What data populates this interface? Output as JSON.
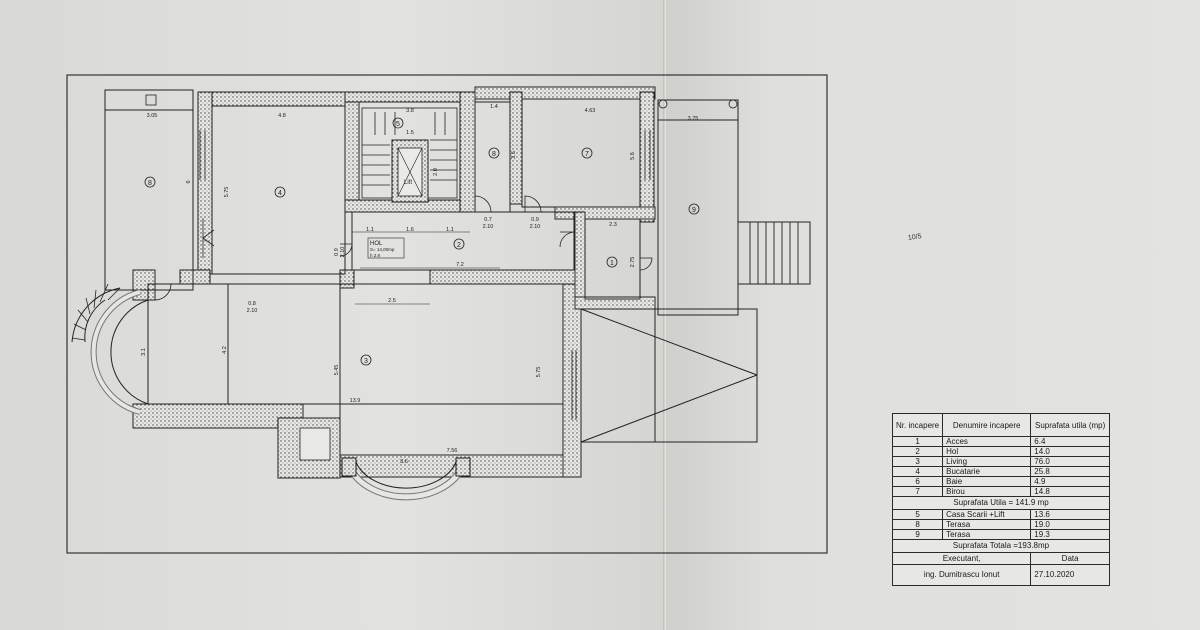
{
  "plan": {
    "room_numbers": {
      "acces": "1",
      "hol": "2",
      "living": "3",
      "bucatarie": "4",
      "casa_scarii": "5",
      "baie": "6",
      "birou": "7",
      "terasa_8a": "8",
      "terasa_8b": "8",
      "terasa_9": "9"
    },
    "lift_label": "Lift",
    "hol_label": "HOL",
    "hol_sub": "S= 14,00mp",
    "hol_sub2": "h 2.8",
    "dimensions": {
      "d305": "3.05",
      "d48": "4.8",
      "d38": "3.8",
      "d14": "1.4",
      "d463": "4.63",
      "d375": "3.75",
      "d6": "6",
      "d575a": "5.75",
      "d35": "3.5",
      "d56": "5.6",
      "d11a": "1.1",
      "d16": "1.6",
      "d11b": "1.1",
      "d07": "0.7",
      "d210a": "2.10",
      "d09a": "0.9",
      "d210b": "2.10",
      "d23": "2.3",
      "d72": "7.2",
      "d08": "0.8",
      "d210c": "2.10",
      "d25": "2.5",
      "d31": "3.1",
      "d42": "4.2",
      "d545": "5.45",
      "d575b": "5.75",
      "d139": "13.9",
      "d756": "7.56",
      "d36": "3.6",
      "d275": "2.75",
      "d15": "1.5",
      "d20": "2.0",
      "d09b": "0.9",
      "d210d": "2.10"
    }
  },
  "scribble": "10/5",
  "legend": {
    "headers": [
      "Nr. incapere",
      "Denumire incapere",
      "Suprafata utila (mp)"
    ],
    "rows": [
      {
        "nr": "1",
        "name": "Acces",
        "area": "6.4"
      },
      {
        "nr": "2",
        "name": "Hol",
        "area": "14.0"
      },
      {
        "nr": "3",
        "name": "Living",
        "area": "76.0"
      },
      {
        "nr": "4",
        "name": "Bucatarie",
        "area": "25.8"
      },
      {
        "nr": "6",
        "name": "Baie",
        "area": "4.9"
      },
      {
        "nr": "7",
        "name": "Birou",
        "area": "14.8"
      }
    ],
    "useful_total": "Suprafata Utila = 141.9 mp",
    "extra_rows": [
      {
        "nr": "5",
        "name": "Casa Scarii +Lift",
        "area": "13.6"
      },
      {
        "nr": "8",
        "name": "Terasa",
        "area": "19.0"
      },
      {
        "nr": "9",
        "name": "Terasa",
        "area": "19.3"
      }
    ],
    "total": "Suprafata Totala =193.8mp",
    "executant_label": "Executant,",
    "data_label": "Data",
    "executant_name": "ing. Dumitrascu Ionut",
    "date": "27.10.2020"
  }
}
